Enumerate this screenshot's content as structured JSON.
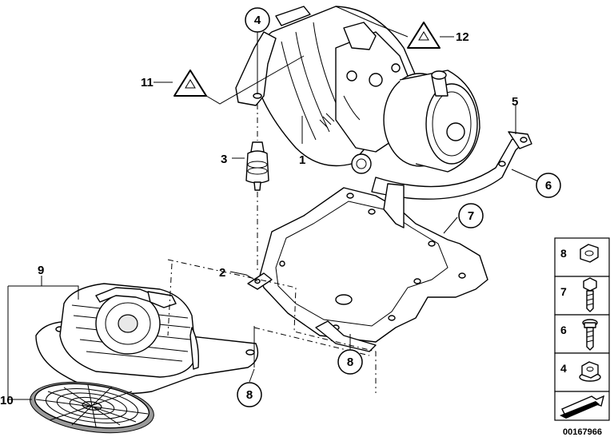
{
  "diagram": {
    "callouts": [
      {
        "id": "c1",
        "text": "1"
      },
      {
        "id": "c2",
        "text": "2"
      },
      {
        "id": "c3",
        "text": "3"
      },
      {
        "id": "c4",
        "text": "4"
      },
      {
        "id": "c5",
        "text": "5"
      },
      {
        "id": "c6",
        "text": "6"
      },
      {
        "id": "c7",
        "text": "7"
      },
      {
        "id": "c8a",
        "text": "8"
      },
      {
        "id": "c8b",
        "text": "8"
      },
      {
        "id": "c9",
        "text": "9"
      },
      {
        "id": "c10",
        "text": "10"
      },
      {
        "id": "c11",
        "text": "11"
      },
      {
        "id": "c12",
        "text": "12"
      }
    ],
    "side_panel": [
      {
        "text": "8"
      },
      {
        "text": "7"
      },
      {
        "text": "6"
      },
      {
        "text": "4"
      }
    ],
    "document_number": "00167966"
  }
}
